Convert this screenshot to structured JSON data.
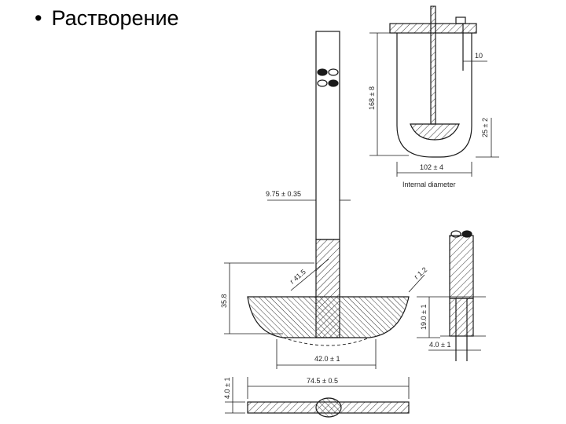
{
  "slide": {
    "bullet": "•",
    "title": "Растворение"
  },
  "vessel": {
    "height_label": "168 ± 8",
    "internal_diameter_label": "102 ± 4",
    "internal_diameter_caption": "Internal diameter",
    "gap_label": "10",
    "paddle_clearance_label": "25 ± 2"
  },
  "paddle": {
    "shaft_diameter_label": "9.75 ± 0.35",
    "radius_label": "r 41.5",
    "tip_radius_label": "r 1.2",
    "blade_height_label": "35.8",
    "blade_edge_label": "19.0 ± 1",
    "blade_bottom_width_label": "42.0 ± 1",
    "blade_length_label": "74.5 ± 0.5",
    "blade_thickness_label": "4.0 ± 1",
    "side_detail_label": "4.0 ± 1"
  },
  "colors": {
    "line": "#1a1a1a",
    "hatch": "#333333",
    "text": "#000000"
  }
}
